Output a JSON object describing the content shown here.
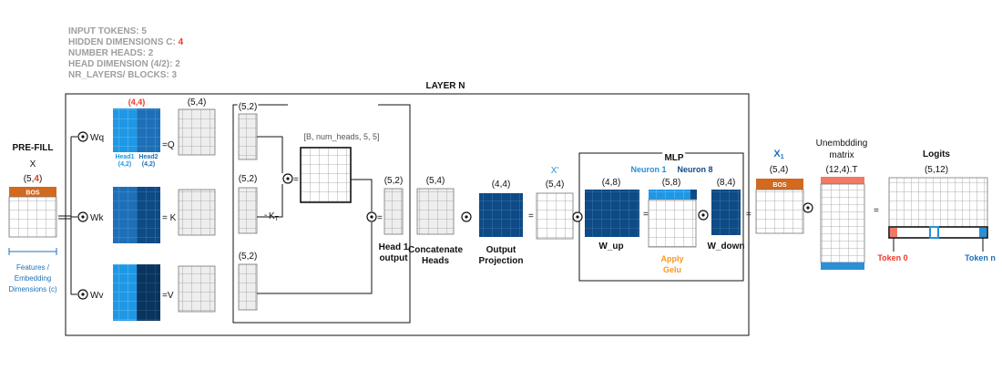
{
  "config": {
    "input_tokens": "INPUT TOKENS: 5",
    "hidden_dim_prefix": "HIDDEN DIMENSIONS C: ",
    "hidden_dim_value": "4",
    "number_heads": "NUMBER HEADS: 2",
    "head_dimension": "HEAD DIMENSION (4/2): 2",
    "nr_layers": "NR_LAYERS/ BLOCKS: 3"
  },
  "layer": {
    "title": "LAYER N"
  },
  "prefill": {
    "title": "PRE-FILL",
    "x_label": "X",
    "shape_prefix": "(5,",
    "shape_highlight": "4",
    "shape_suffix": ")",
    "bos": "BOS",
    "features_line1": "Features /",
    "features_line2": "Embedding",
    "features_line3": "Dimensions (c)"
  },
  "qkv": {
    "wq": "Wq",
    "wk": "Wk",
    "wv": "Wv",
    "wq_shape": "(4,4)",
    "head1_name": "Head1",
    "head1_shape": "(4,2)",
    "head2_name": "Head2",
    "head2_shape": "(4,2)",
    "eq_q": "=Q",
    "eq_k": "= K",
    "eq_v": "=V",
    "q_shape": "(5,4)"
  },
  "attention": {
    "title": "Attention for 1 Head",
    "q_shape": "(5,2)",
    "k_shape": "(5,2)",
    "v_shape": "(5,2)",
    "k_transpose": "K",
    "k_transpose_sub": "T",
    "scores_shape": "[B, num_heads, 5, 5]",
    "eq": "=",
    "head_output_shape": "(5,2)",
    "head_output_line1": "Head 1",
    "head_output_line2": "output"
  },
  "concat": {
    "shape": "(5,4)",
    "line1": "Concatenate",
    "line2": "Heads"
  },
  "output_projection": {
    "shape": "(4,4)",
    "line1": "Output",
    "line2": "Projection"
  },
  "xprime": {
    "label": "X'",
    "shape": "(5,4)",
    "eq": "="
  },
  "mlp": {
    "title": "MLP",
    "w_up_shape": "(4,8)",
    "w_up": "W_up",
    "neuron1": "Neuron 1",
    "neuron8": "Neuron 8",
    "mid_shape": "(5,8)",
    "apply_line1": "Apply",
    "apply_line2": "Gelu",
    "w_down_shape": "(8,4)",
    "w_down": "W_down",
    "eq": "="
  },
  "x1": {
    "label": "X",
    "label_sub": "1",
    "shape": "(5,4)",
    "bos": "BOS",
    "eq": "="
  },
  "unembed": {
    "line1": "Unembdding",
    "line2": "matrix",
    "shape": "(12,4).T"
  },
  "logits": {
    "title": "Logits",
    "shape": "(5,12)",
    "eq": "=",
    "token0": "Token 0",
    "tokenn": "Token n"
  },
  "colors": {
    "grid_fill": "#eeeeee",
    "grid_line": "#999999",
    "light_blue": "#1e98e6",
    "mid_blue": "#1d70b8",
    "dark_blue": "#0d4a86",
    "darkest_blue": "#09345f",
    "orange": "#d2691e",
    "red_accent": "#e8392a",
    "salmon": "#f07a64",
    "teal_blue": "#2a8fd6",
    "gelu_orange": "#f59a23"
  },
  "icons": {
    "multiply": "circled-dot-icon"
  }
}
